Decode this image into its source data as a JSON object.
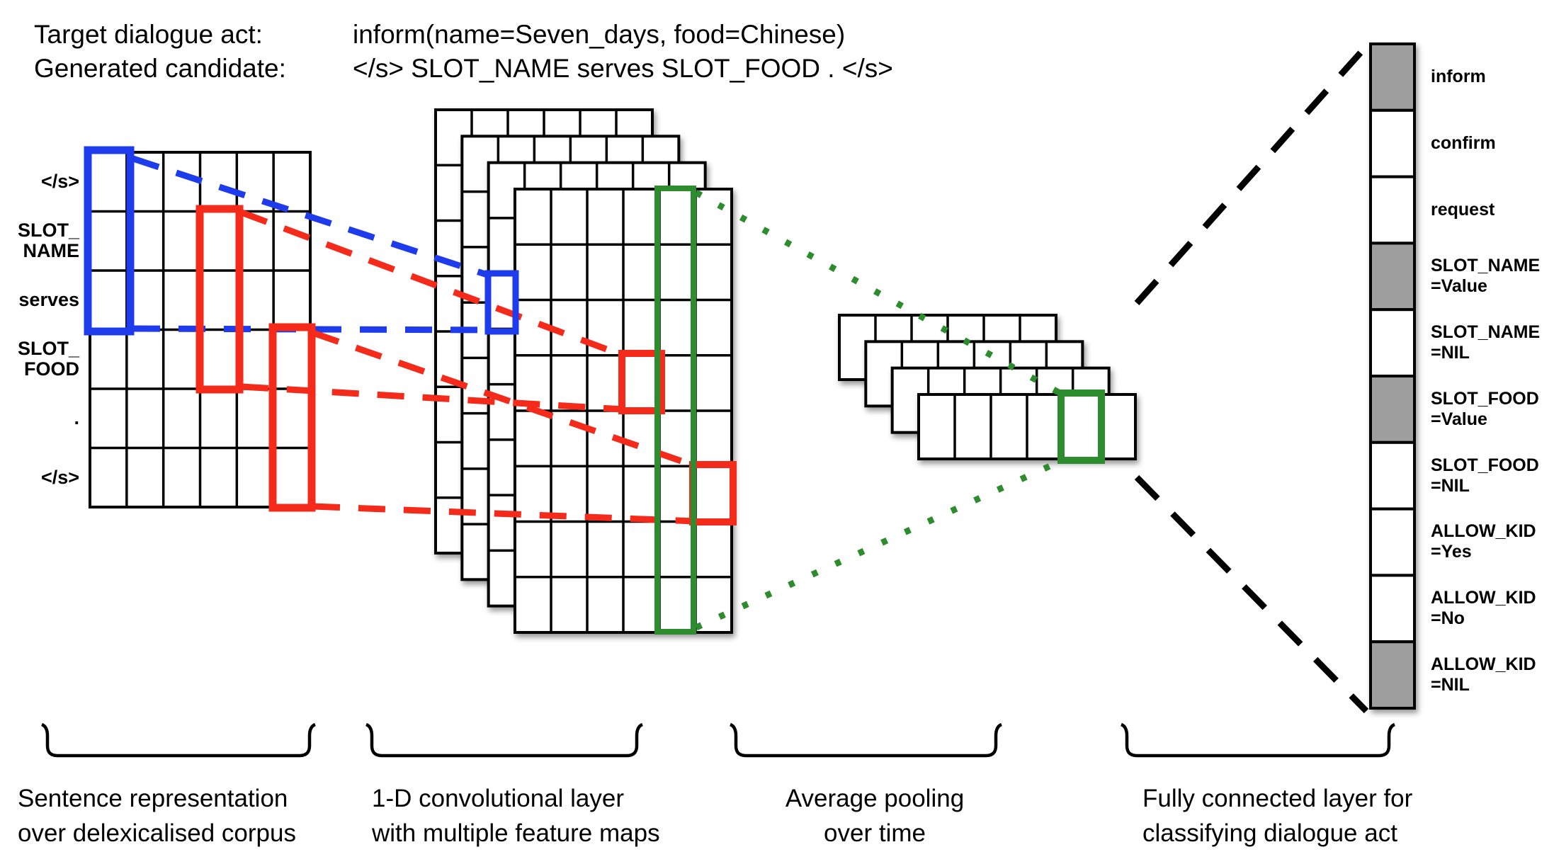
{
  "header": {
    "rows": [
      {
        "label": "Target dialogue act:",
        "value": "inform(name=Seven_days, food=Chinese)"
      },
      {
        "label": "Generated candidate:",
        "value": "</s> SLOT_NAME serves SLOT_FOOD . </s>"
      }
    ]
  },
  "colors": {
    "blue": "#1f3cec",
    "red": "#f42a1a",
    "green": "#2d8c2d",
    "gray_fill": "#9e9e9e",
    "line": "#000000"
  },
  "sentence_matrix": {
    "columns": 6,
    "row_labels": [
      "</s>",
      "SLOT_\nNAME",
      "serves",
      "SLOT_\nFOOD",
      ".",
      "</s>"
    ]
  },
  "conv_layer": {
    "feature_maps": 4,
    "columns": 6,
    "rows": 8
  },
  "pooling_layer": {
    "feature_maps": 4,
    "columns": 6,
    "rows": 1
  },
  "output_layer": {
    "cells": [
      {
        "label": "inform",
        "filled": true
      },
      {
        "label": "confirm",
        "filled": false
      },
      {
        "label": "request",
        "filled": false
      },
      {
        "label": "SLOT_NAME\n=Value",
        "filled": true
      },
      {
        "label": "SLOT_NAME\n=NIL",
        "filled": false
      },
      {
        "label": "SLOT_FOOD\n=Value",
        "filled": true
      },
      {
        "label": "SLOT_FOOD\n=NIL",
        "filled": false
      },
      {
        "label": "ALLOW_KID\n=Yes",
        "filled": false
      },
      {
        "label": "ALLOW_KID\n=No",
        "filled": false
      },
      {
        "label": "ALLOW_KID\n=NIL",
        "filled": true
      }
    ]
  },
  "captions": [
    {
      "text": "Sentence representation\nover delexicalised corpus"
    },
    {
      "text": "1-D convolutional layer\nwith multiple feature maps"
    },
    {
      "text": "Average pooling\nover time"
    },
    {
      "text": "Fully connected layer for\nclassifying dialogue act"
    }
  ]
}
